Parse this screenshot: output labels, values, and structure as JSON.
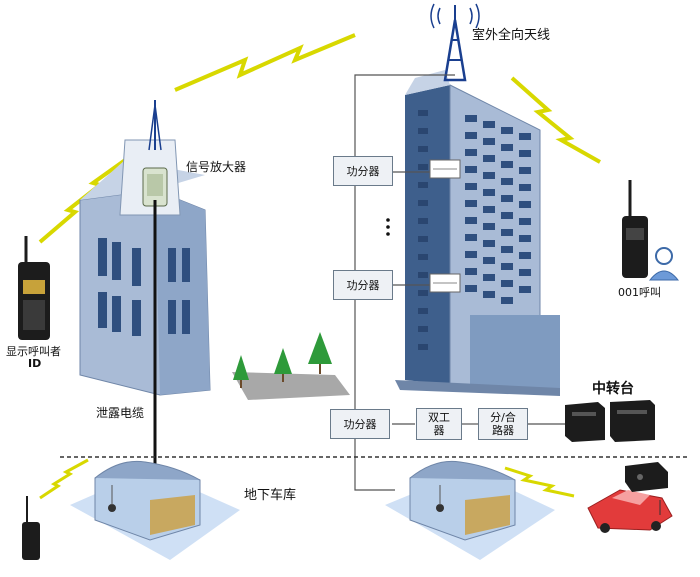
{
  "labels": {
    "outdoor_antenna": "室外全向天线",
    "signal_amplifier": "信号放大器",
    "leaky_cable": "泄露电缆",
    "caller_display": "显示呼叫者",
    "caller_id": "ID",
    "caller_001": "001呼叫",
    "relay_station": "中转台",
    "underground_garage": "地下车库",
    "ellipsis": "⋮"
  },
  "boxes": {
    "splitter_1": "功分器",
    "splitter_2": "功分器",
    "splitter_3": "功分器",
    "duplexer": "双工器",
    "combiner": "分/合路器"
  },
  "colors": {
    "building_blue": "#7f9bc0",
    "building_face": "#a9bbd6",
    "window_dark": "#2f4f7f",
    "lightning": "#d8d800",
    "antenna_blue": "#1a3f8f",
    "car_red": "#e23b3b",
    "floor_blue": "#cfe0f5"
  }
}
